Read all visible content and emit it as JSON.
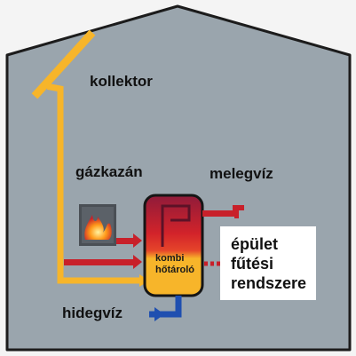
{
  "labels": {
    "collector": "kollektor",
    "gas_boiler": "gázkazán",
    "hot_water": "melegvíz",
    "cold_water": "hidegvíz",
    "storage_line1": "kombi",
    "storage_line2": "hőtároló",
    "heating_line1": "épület",
    "heating_line2": "fűtési",
    "heating_line3": "rendszere"
  },
  "colors": {
    "background": "#f4f4f4",
    "house": "#9aa5ad",
    "house_outline": "#1c1c1c",
    "solar_loop": "#f7b52a",
    "hot_flow": "#c8202a",
    "cold_flow": "#1f4fb0",
    "tank_top": "#c8202a",
    "tank_bottom": "#f7b52a"
  },
  "icons": {
    "boiler": "flame-icon",
    "hot_tap": "faucet-icon"
  }
}
